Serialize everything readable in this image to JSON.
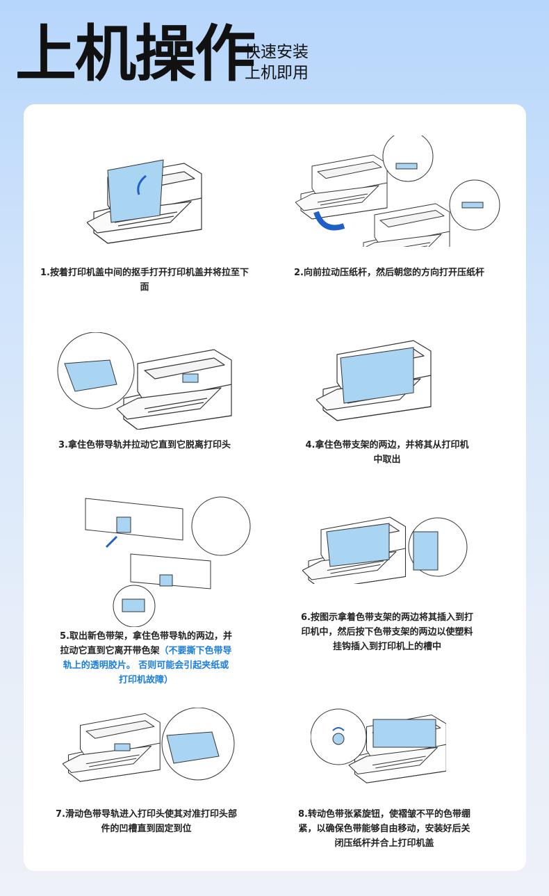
{
  "header": {
    "title": "上机操作",
    "subtitle_line1": "快速安装",
    "subtitle_line2": "上机即用"
  },
  "colors": {
    "accent": "#1a7de0",
    "part_fill": "#a9d4f2",
    "arrow": "#1f5fc8"
  },
  "steps": [
    {
      "text": "1.按着打印机盖中间的抠手打开打印机盖并将拉至下面"
    },
    {
      "text": "2.向前拉动压纸杆，然后朝您的方向打开压纸杆"
    },
    {
      "text": "3.拿住色带导轨并拉动它直到它脱离打印头"
    },
    {
      "text": "4.拿住色带支架的两边，并将其从打印机中取出"
    },
    {
      "text": "5.取出新色带架，拿住色带导轨的两边，并拉动它直到它离开带色架",
      "note": "（不要撕下色带导轨上的透明胶片。 否则可能会引起夹纸或打印机故障）"
    },
    {
      "text": "6.按图示拿着色带支架的两边将其插入到打印机中，然后按下色带支架的两边以使塑料挂钩插入到打印机上的槽中"
    },
    {
      "text": "7.滑动色带导轨进入打印头使其对准打印头部件的凹槽直到固定到位"
    },
    {
      "text": "8.转动色带张紧旋钮，使褶皱不平的色带绷紧，以确保色带能够自由移动，安装好后关闭压纸杆并合上打印机盖"
    }
  ]
}
